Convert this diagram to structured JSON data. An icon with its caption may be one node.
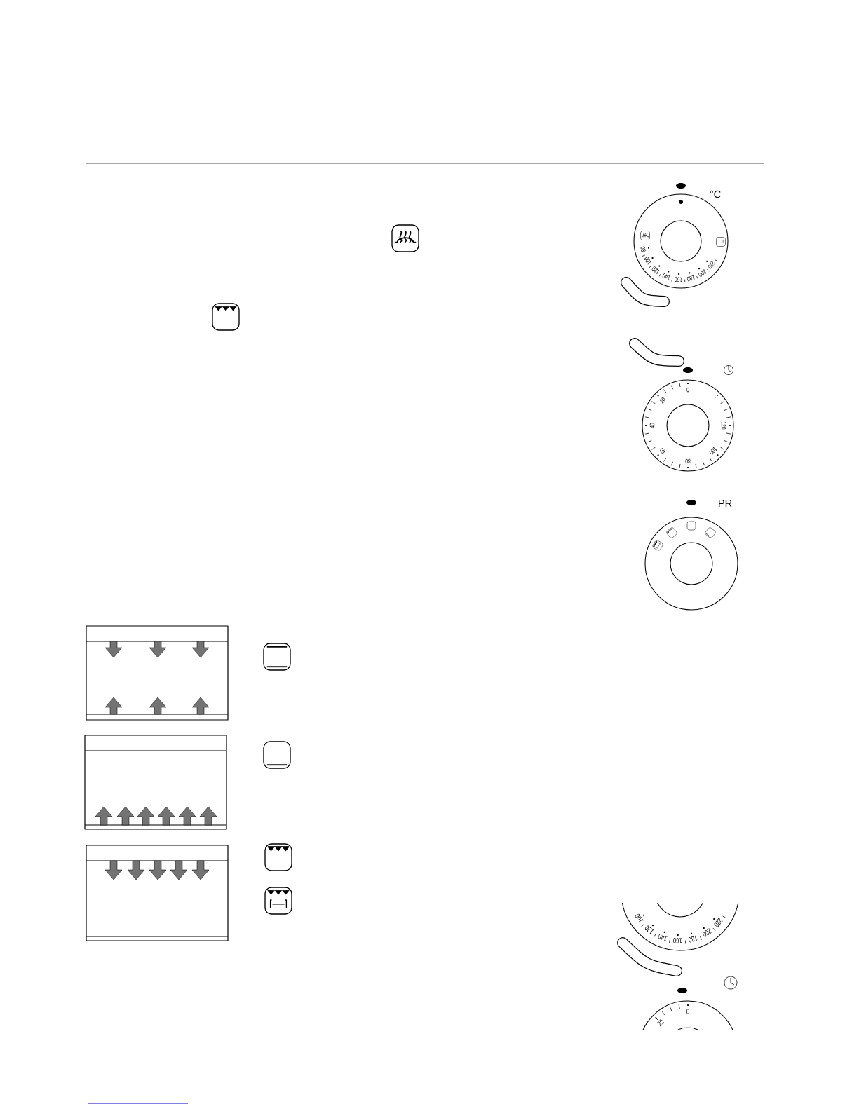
{
  "diagram": {
    "labels": [
      "°C",
      "80",
      "100",
      "120",
      "140",
      "160",
      "180",
      "200",
      "220",
      "0",
      "20",
      "40",
      "60",
      "80",
      "100",
      "120",
      "PR",
      "100",
      "120",
      "140",
      "160",
      "180",
      "200",
      "220",
      "0",
      "20"
    ]
  }
}
